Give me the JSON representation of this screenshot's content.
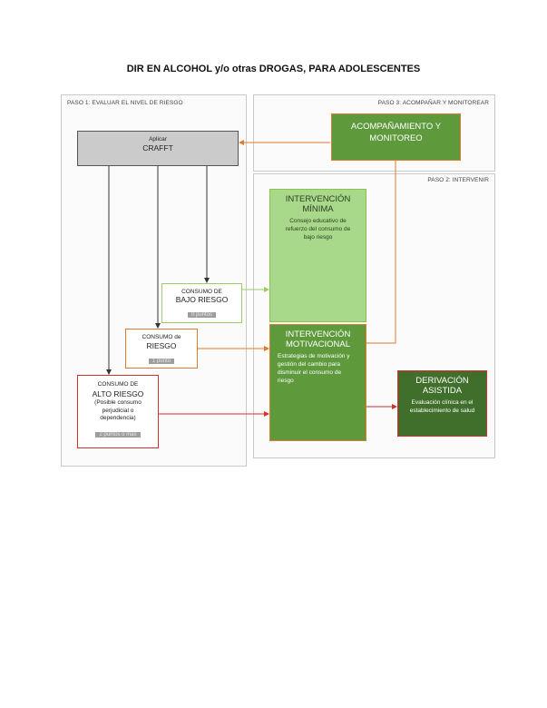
{
  "title": "DIR EN ALCOHOL y/o otras DROGAS, PARA ADOLESCENTES",
  "panels": {
    "paso1": "PASO 1: EVALUAR EL NIVEL DE RIESGO",
    "paso3": "PASO 3: ACOMPAÑAR Y MONITOREAR",
    "paso2": "PASO 2: INTERVENIR"
  },
  "crafft": {
    "line1": "Aplicar",
    "line2": "CRAFFT"
  },
  "bajo": {
    "line1": "CONSUMO DE",
    "line2": "BAJO RIESGO",
    "points": "0 puntos"
  },
  "riesgo": {
    "line1": "CONSUMO de",
    "line2": "RIESGO",
    "points": "1 punto"
  },
  "alto": {
    "line1": "CONSUMO DE",
    "line2": "ALTO RIESGO",
    "desc": "(Posible consumo perjudicial o dependencia)",
    "points": "2 puntos o más"
  },
  "minima": {
    "title1": "INTERVENCIÓN",
    "title2": "MÍNIMA",
    "desc": "Consejo educativo de refuerzo del consumo de bajo riesgo"
  },
  "motivacional": {
    "title1": "INTERVENCIÓN",
    "title2": "MOTIVACIONAL",
    "desc": "Estrategias de motivación y gestión del cambio para disminuir el consumo de riesgo"
  },
  "derivacion": {
    "title1": "DERIVACIÓN",
    "title2": "ASISTIDA",
    "desc": "Evaluación clínica en el establecimiento de salud"
  },
  "acompanamiento": {
    "title1": "ACOMPAÑAMIENTO Y",
    "title2": "MONITOREO"
  },
  "colors": {
    "light_green": "#a8d98a",
    "mid_green": "#5e9a3c",
    "dark_green": "#3f6f2a",
    "orange": "#e07a2e",
    "red": "#d32f2f",
    "gray": "#c8c8c8"
  }
}
